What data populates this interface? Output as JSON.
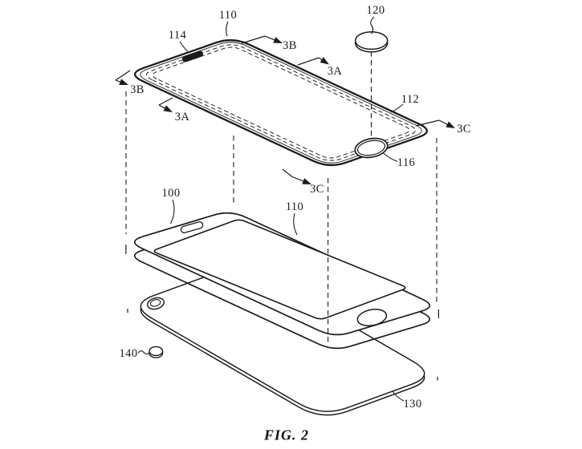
{
  "figure": {
    "caption": "FIG. 2",
    "colors": {
      "background": "#ffffff",
      "ink": "#1b1b1b"
    },
    "reference_labels": {
      "ref_110_top": "110",
      "ref_114": "114",
      "ref_120": "120",
      "ref_112": "112",
      "ref_116": "116",
      "ref_100": "100",
      "ref_110_mid": "110",
      "ref_130": "130",
      "ref_140": "140"
    },
    "section_labels": {
      "sec_3b_left": "3B",
      "sec_3a_left": "3A",
      "sec_3b_right": "3B",
      "sec_3a_right": "3A",
      "sec_3c_bottom": "3C",
      "sec_3c_right": "3C"
    }
  }
}
